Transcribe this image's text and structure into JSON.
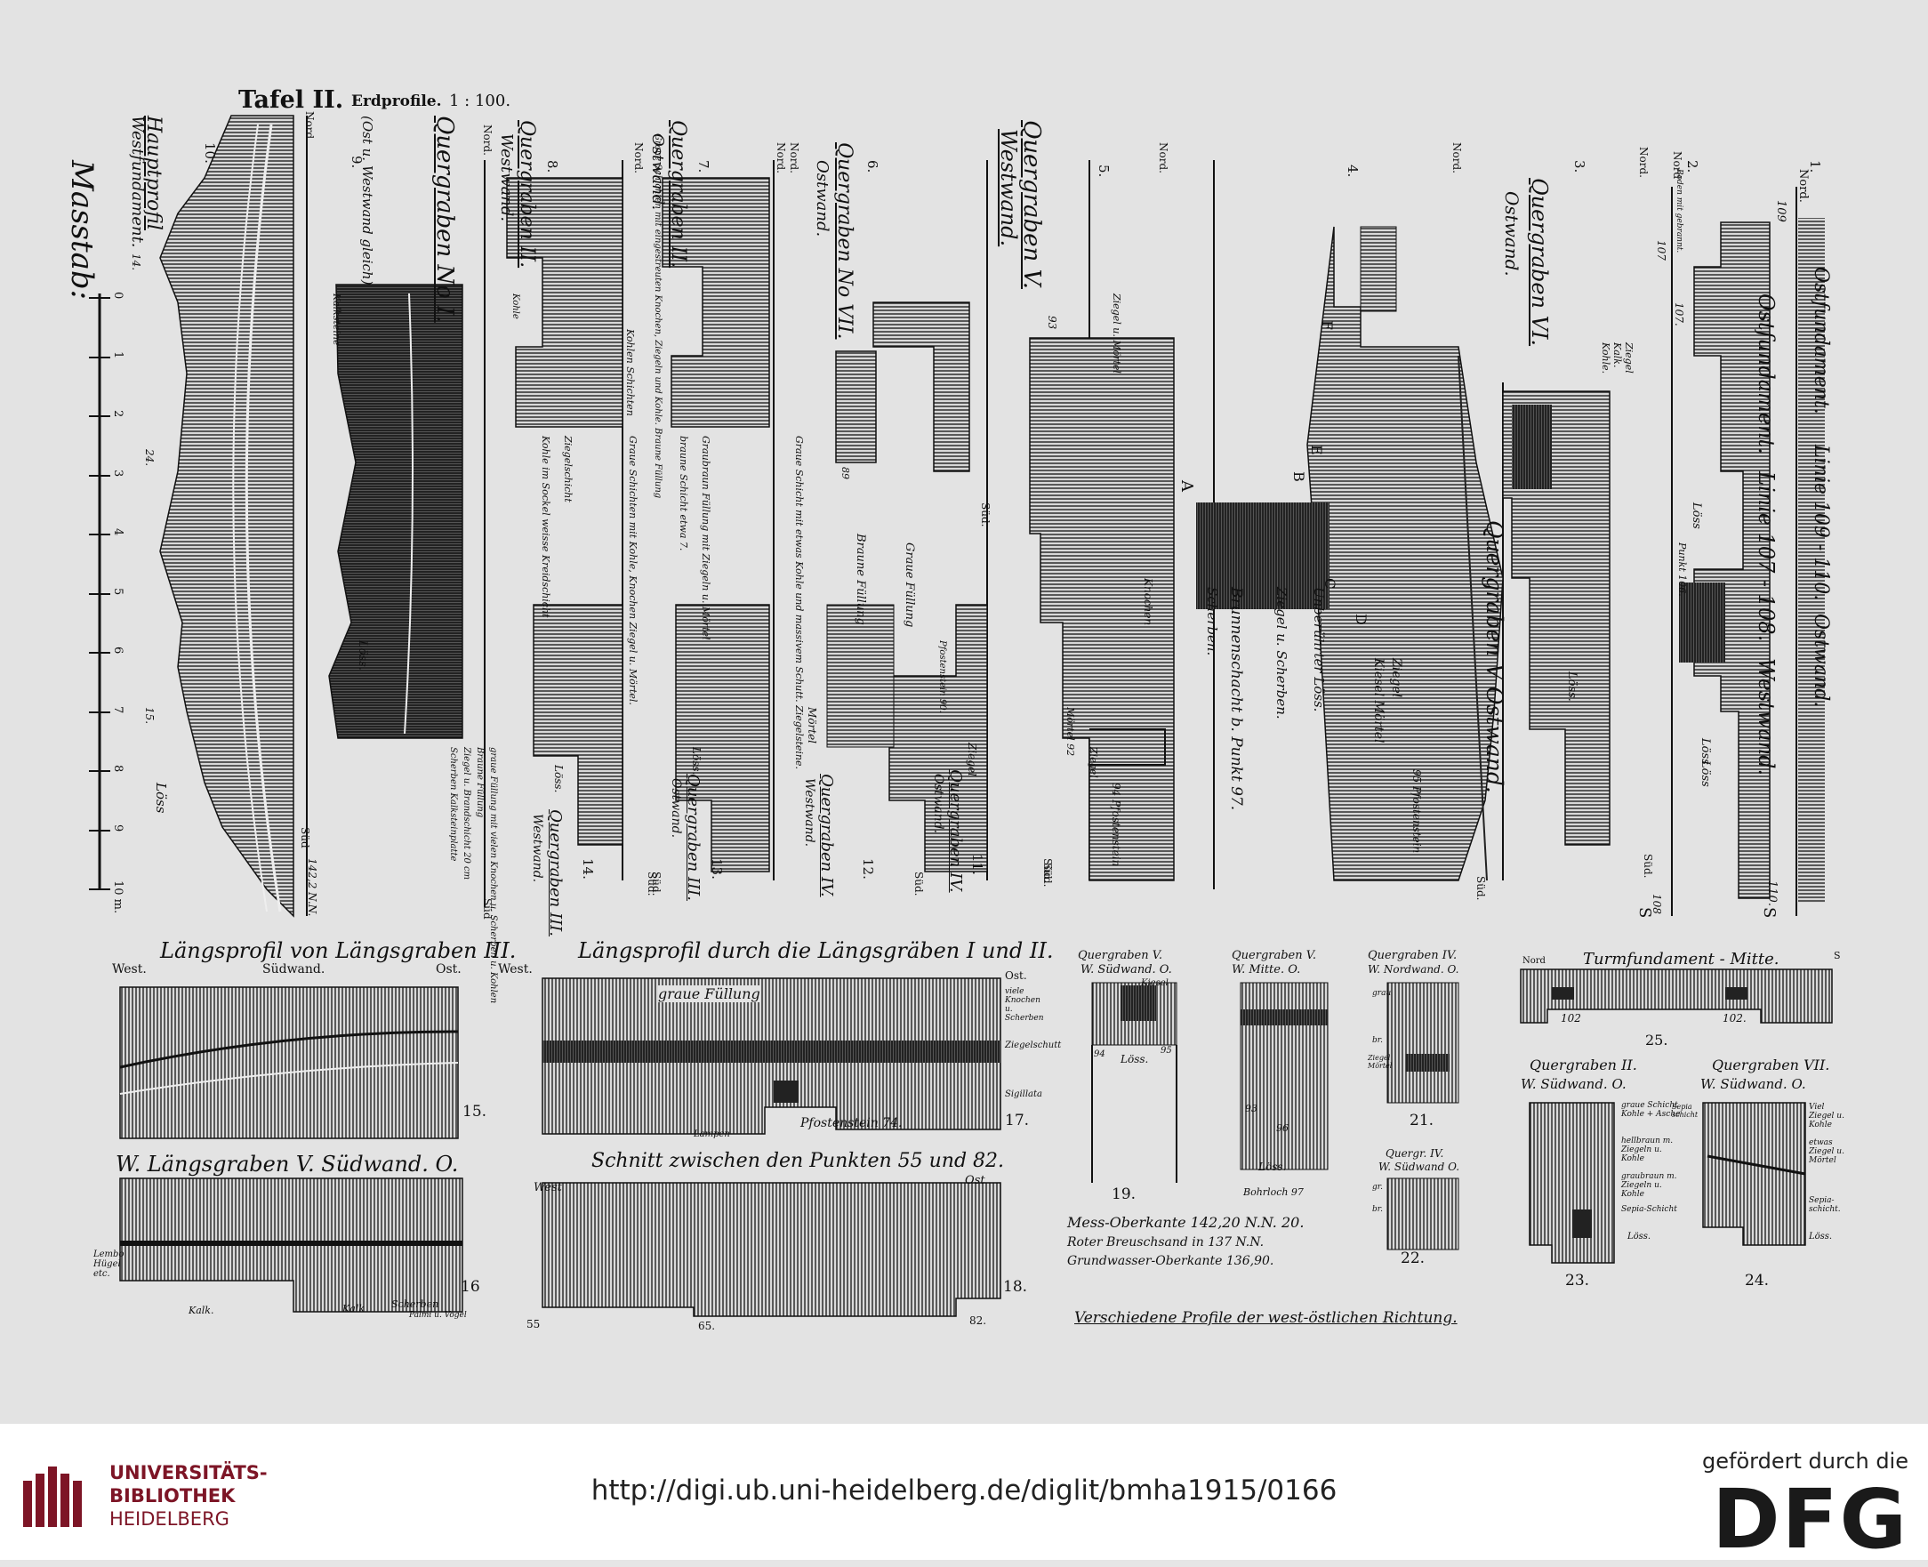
{
  "plate": {
    "header": {
      "tafel": "Tafel II.",
      "subtitle": "Erdprofile.",
      "scale": "1 : 100."
    },
    "scale_bar": {
      "title": "Masstab:",
      "ticks": [
        "0",
        "1",
        "2",
        "3",
        "4",
        "5",
        "6",
        "7",
        "8",
        "9",
        "10 m."
      ]
    },
    "profiles": [
      {
        "number": "1.",
        "captions": [
          "Ostfundament.",
          "Linie 109 - 110.",
          "Ostwand."
        ],
        "north": "Nord.",
        "south": "S",
        "marks": [
          "109",
          "110."
        ]
      },
      {
        "number": "2.",
        "captions": [
          "Ostfundament.",
          "Linie 107 - 108.",
          "Westwand."
        ],
        "north": "Nord",
        "south": "S",
        "marks": [
          "107",
          "107.",
          "108"
        ],
        "notes": [
          "Boden mit gebrannt.",
          "Löss",
          "Punkt 106.",
          "Löss",
          "Löss"
        ]
      },
      {
        "number": "3.",
        "captions": [
          "Quergraben VI.",
          "Ostwand."
        ],
        "north": "Nord.",
        "south": "Süd.",
        "notes": [
          "Ziegel",
          "Kalk.",
          "Kohle.",
          "Löss."
        ]
      },
      {
        "number": "4.",
        "captions": [
          "Quergraben V Ostwand."
        ],
        "north": "Nord.",
        "south": "Süd.",
        "notes": [
          "95 Pfostenstein",
          "Ziegel",
          "Kiesel Mörtel",
          "Unberührter Löss.",
          "Ziegel u. Scherben.",
          "Brunnenschacht b. Punkt 97.",
          "Scherben.",
          "A",
          "B",
          "C",
          "D",
          "E",
          "F"
        ]
      },
      {
        "number": "5.",
        "captions": [
          "Quergraben V.",
          "Westwand."
        ],
        "north": "Nord.",
        "south": "Süd.",
        "notes": [
          "Ziegel u. Mörtel",
          "93",
          "Knochen",
          "Mörtel 92",
          "Ziegel",
          "94 Pfostenstein"
        ]
      },
      {
        "number": "6.",
        "captions": [
          "Quergraben No VII.",
          "Ostwand."
        ],
        "north": "Nord.",
        "south": "Süd.",
        "notes": [
          "Graue Füllung",
          "Braune Füllung",
          "89"
        ]
      },
      {
        "number": "7.",
        "captions": [
          "Quergraben II.",
          "Ostwand."
        ],
        "north": "Nord.",
        "notes": [
          "Graue Schicht mit etwas Kohle und massivem Schutt. Ziegelsteine.",
          "Graubraun Füllung mit Ziegeln u. Mörtel",
          "braune Schicht etwa 7."
        ]
      },
      {
        "number": "8.",
        "captions": [
          "Quergraben II.",
          "Westwand."
        ],
        "north": "Nord.",
        "notes": [
          "Graue Schichten mit eingestreuten Knochen, Ziegeln und Kohle. Braune Füllung",
          "Kohle",
          "Kohlen Schichten",
          "Graue Schichten mit Kohle, Knochen Ziegel u. Mörtel.",
          "Ziegelschicht",
          "Kohle im Sockel weisse Kreidschicht"
        ]
      },
      {
        "number": "9.",
        "captions": [
          "Quergraben No I.",
          "(Ost u. Westwand gleich)"
        ],
        "north": "Nord.",
        "south": "Süd",
        "notes": [
          "Kalksteine",
          "Löss.",
          "graue Füllung mit vielen Knochen u. Scherben u. Kohlen",
          "Braune Füllung",
          "Ziegel u. Brandschicht 20 cm",
          "Scherben Kalksteinplatte"
        ]
      },
      {
        "number": "10.",
        "captions": [
          "Hauptprofil",
          "Westfundament."
        ],
        "north": "Nord",
        "south": "Süd",
        "marks": [
          "14.",
          "24.",
          "15.",
          "142,2 N.N."
        ],
        "notes": [
          "Löss"
        ]
      },
      {
        "number": "11.",
        "captions": [
          "Quergraben IV.",
          "Ostwand."
        ],
        "south": "Süd.",
        "notes": [
          "Pfostenstein 90.",
          "Ziegel"
        ]
      },
      {
        "number": "12.",
        "captions": [
          "Quergraben IV.",
          "Westwand."
        ],
        "south": "Süd.",
        "notes": [
          "Mörtel"
        ]
      },
      {
        "number": "13.",
        "captions": [
          "Quergraben III.",
          "Ostwand."
        ],
        "south": "Süd.",
        "notes": [
          "Löss."
        ]
      },
      {
        "number": "14.",
        "captions": [
          "Quergraben III.",
          "Westwand."
        ],
        "south": "Süd.",
        "notes": [
          "Löss."
        ]
      }
    ],
    "lower_panels": {
      "p15": {
        "title": "Längsprofil von Längsgraben III.",
        "left": "West.",
        "middle": "Südwand.",
        "right": "Ost.",
        "number": "15."
      },
      "p16": {
        "title": "W. Längsgraben V. Südwand. O.",
        "number": "16",
        "notes": [
          "Lembo Hügel etc.",
          "Kalk.",
          "Kalk",
          "Scherben",
          "Palmi u. Vogel"
        ]
      },
      "p17": {
        "title": "Längsprofil durch die Längsgräben I und II.",
        "left": "West.",
        "right": "Ost.",
        "number": "17.",
        "notes": [
          "graue Füllung",
          "viele Knochen u. Scherben",
          "Ziegelschutt",
          "Sigillata",
          "Lampen",
          "Pfostenstein 74."
        ]
      },
      "p18": {
        "title": "Schnitt zwischen den Punkten 55 und 82.",
        "left": "West",
        "right": "Ost",
        "number": "18.",
        "marks": [
          "55",
          "65.",
          "82."
        ]
      },
      "p19": {
        "title": "Quergraben V.",
        "sub": "W. Südwand. O.",
        "number": "19.",
        "notes": [
          "Kiesel",
          "94",
          "Löss.",
          "95"
        ]
      },
      "p20": {
        "title": "Quergraben V.",
        "sub": "W. Mitte. O.",
        "number": "20.",
        "notes": [
          "93",
          "96",
          "Löss.",
          "Bohrloch 97"
        ]
      },
      "p21": {
        "title": "Quergraben IV.",
        "sub": "W. Nordwand. O.",
        "number": "21.",
        "notes": [
          "grau",
          "br.",
          "Ziegel Mörtel"
        ]
      },
      "p22": {
        "title": "Quergr. IV.",
        "sub": "W. Südwand O.",
        "number": "22.",
        "notes": [
          "gr.",
          "br."
        ]
      },
      "p23": {
        "title": "Quergraben II.",
        "sub": "W. Südwand. O.",
        "number": "23.",
        "notes": [
          "graue Schicht Kohle + Asche",
          "hellbraun m. Ziegeln u. Kohle",
          "graubraun m. Ziegeln u. Kohle",
          "Sepia-Schicht",
          "Löss."
        ]
      },
      "p24": {
        "title": "Quergraben VII.",
        "sub": "W. Südwand. O.",
        "number": "24.",
        "notes": [
          "Sepia schicht",
          "Viel Ziegel u. Kohle",
          "etwas Ziegel u. Mörtel",
          "Sepia-schicht.",
          "Löss."
        ]
      },
      "p25": {
        "title": "Turmfundament - Mitte.",
        "left": "Nord",
        "right": "S",
        "number": "25.",
        "marks": [
          "102",
          "102."
        ]
      }
    },
    "legend": [
      "Mess-Oberkante 142,20 N.N. 20.",
      "Roter Breuschsand in 137 N.N.",
      "Grundwasser-Oberkante 136,90."
    ],
    "bottom_caption": "Verschiedene Profile der west-östlichen Richtung."
  },
  "footer": {
    "url": "http://digi.ub.uni-heidelberg.de/diglit/bmha1915/0166",
    "library": [
      "UNIVERSITÄTS-",
      "BIBLIOTHEK",
      "HEIDELBERG"
    ],
    "funding_label": "gefördert durch die",
    "funder_logo_text": "DFG"
  },
  "colors": {
    "paper": "#e3e3e3",
    "ink": "#111111",
    "brand": "#7d1526"
  }
}
